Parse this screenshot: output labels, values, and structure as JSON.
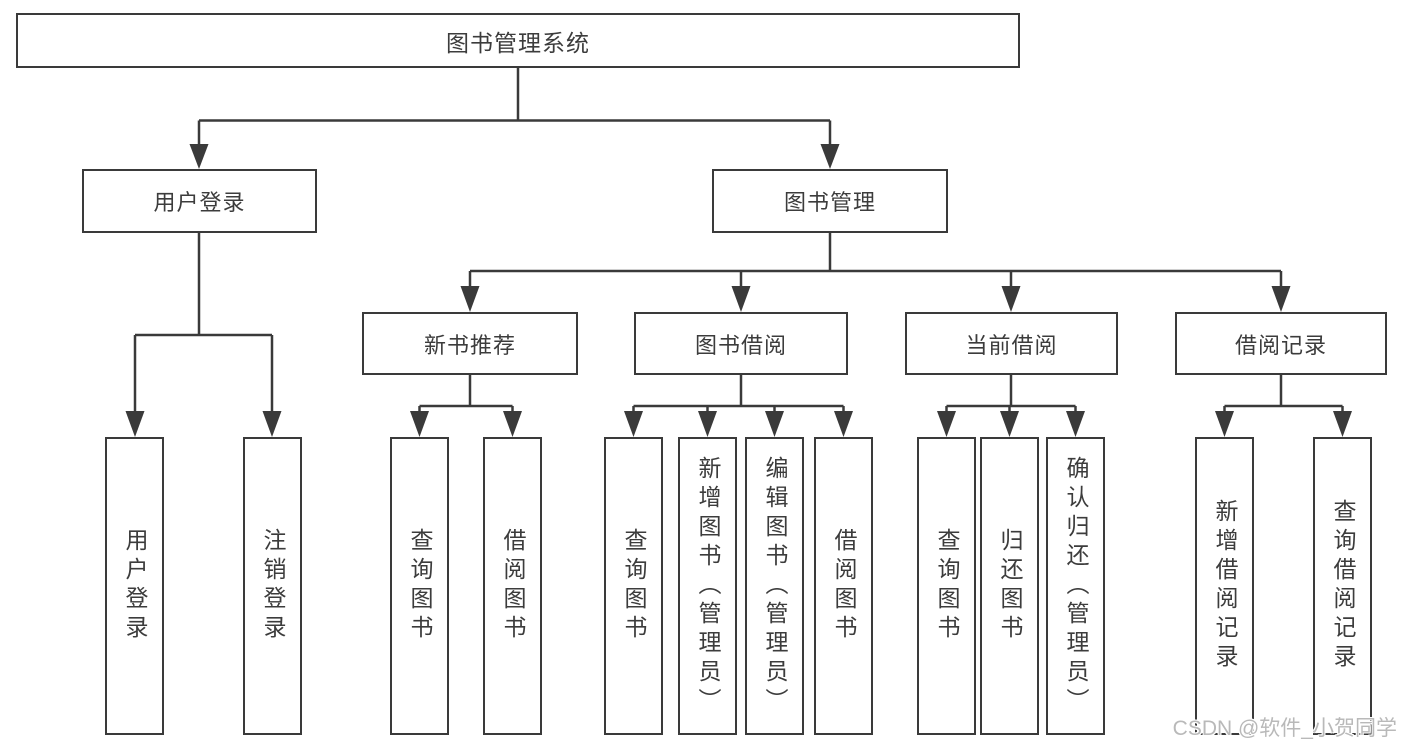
{
  "nodes": {
    "root": "图书管理系统",
    "user_login": "用户登录",
    "book_management": "图书管理",
    "new_book": "新书推荐",
    "book_borrow": "图书借阅",
    "current_borrow": "当前借阅",
    "borrow_record": "借阅记录"
  },
  "leaves": {
    "user_login": [
      "用户登录",
      "注销登录"
    ],
    "new_book": [
      "查询图书",
      "借阅图书"
    ],
    "book_borrow": [
      "查询图书",
      "新增图书（管理员）",
      "编辑图书（管理员）",
      "借阅图书"
    ],
    "current_borrow": [
      "查询图书",
      "归还图书",
      "确认归还（管理员）"
    ],
    "borrow_record": [
      "新增借阅记录",
      "查询借阅记录"
    ]
  },
  "watermark": "CSDN @软件_小贺同学",
  "colors": {
    "line": "#3a3a3a",
    "text": "#3c3c3c",
    "background": "#ffffff",
    "watermark": "#b9b9b9"
  }
}
